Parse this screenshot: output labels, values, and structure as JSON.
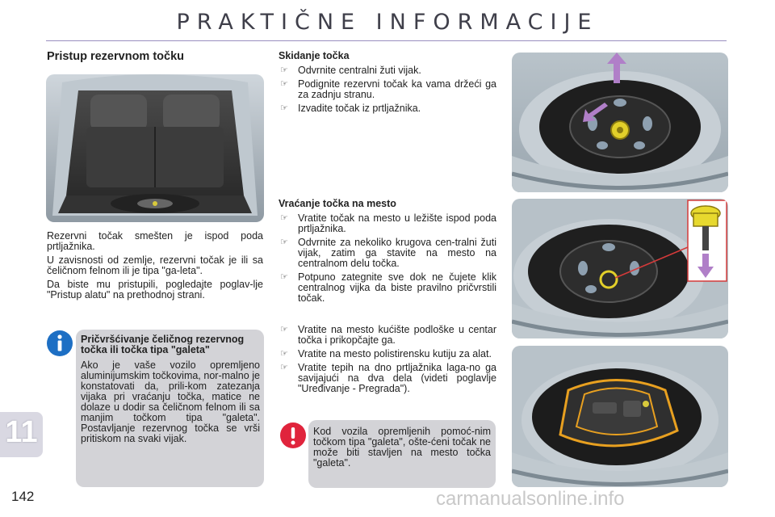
{
  "page_title": "PRAKTIČNE INFORMACIJE",
  "section_heading": "Pristup rezervnom točku",
  "intro_paragraphs": [
    "Rezervni točak smešten je ispod poda prtljažnika.",
    "U zavisnosti od zemlje, rezervni točak je ili sa čeličnom felnom ili je tipa \"ga-leta\".",
    "Da biste mu pristupili, pogledajte poglav-lje \"Pristup alatu\" na prethodnoj strani."
  ],
  "info_box": {
    "title": "Pričvršćivanje čeličnog rezervnog točka ili točka tipa \"galeta\"",
    "body": "Ako je vaše vozilo opremljeno aluminijumskim točkovima, nor-malno je konstatovati da, prili-kom zatezanja vijaka pri vraćanju točka, matice ne dolaze u dodir sa čeličnom felnom ili sa manjim točkom tipa \"galeta\". Postavljanje rezervnog točka se vrši pritiskom na svaki vijak."
  },
  "removal": {
    "heading": "Skidanje točka",
    "steps": [
      "Odvrnite centralni žuti vijak.",
      "Podignite rezervni točak ka vama držeći ga za zadnju stranu.",
      "Izvadite točak iz prtljažnika."
    ]
  },
  "refit": {
    "heading": "Vraćanje točka na mesto",
    "steps": [
      "Vratite točak na mesto u ležište ispod poda prtljažnika.",
      "Odvrnite za nekoliko krugova cen-tralni žuti vijak, zatim ga stavite na mesto na centralnom delu točka.",
      "Potpuno zategnite sve dok ne čujete klik centralnog vijka da biste pravilno pričvrstili točak."
    ],
    "steps_more": [
      "Vratite na mesto kućište podloške u centar točka i prikopčajte ga.",
      "Vratite na mesto polistirensku kutiju za alat.",
      "Vratite tepih na dno prtljažnika laga-no ga savijajući na dva dela (videti poglavlje \"Uređivanje - Pregrada\")."
    ]
  },
  "warning_text": "Kod vozila opremljenih pomoć-nim točkom tipa \"galeta\", ošte-ćeni točak ne može biti stavljen na mesto točka \"galeta\".",
  "chapter_number": "11",
  "page_number": "142",
  "watermark": "carmanualsonline.info",
  "icons": {
    "bullet": "☞",
    "info": "info-icon",
    "warning": "exclamation-icon"
  },
  "colors": {
    "info_blue": "#1d6fc4",
    "warning_red": "#e0243c",
    "chapter_tab": "#d9d8e2",
    "box_bg": "#d3d3d7",
    "chapter_number": "#ffffff"
  }
}
